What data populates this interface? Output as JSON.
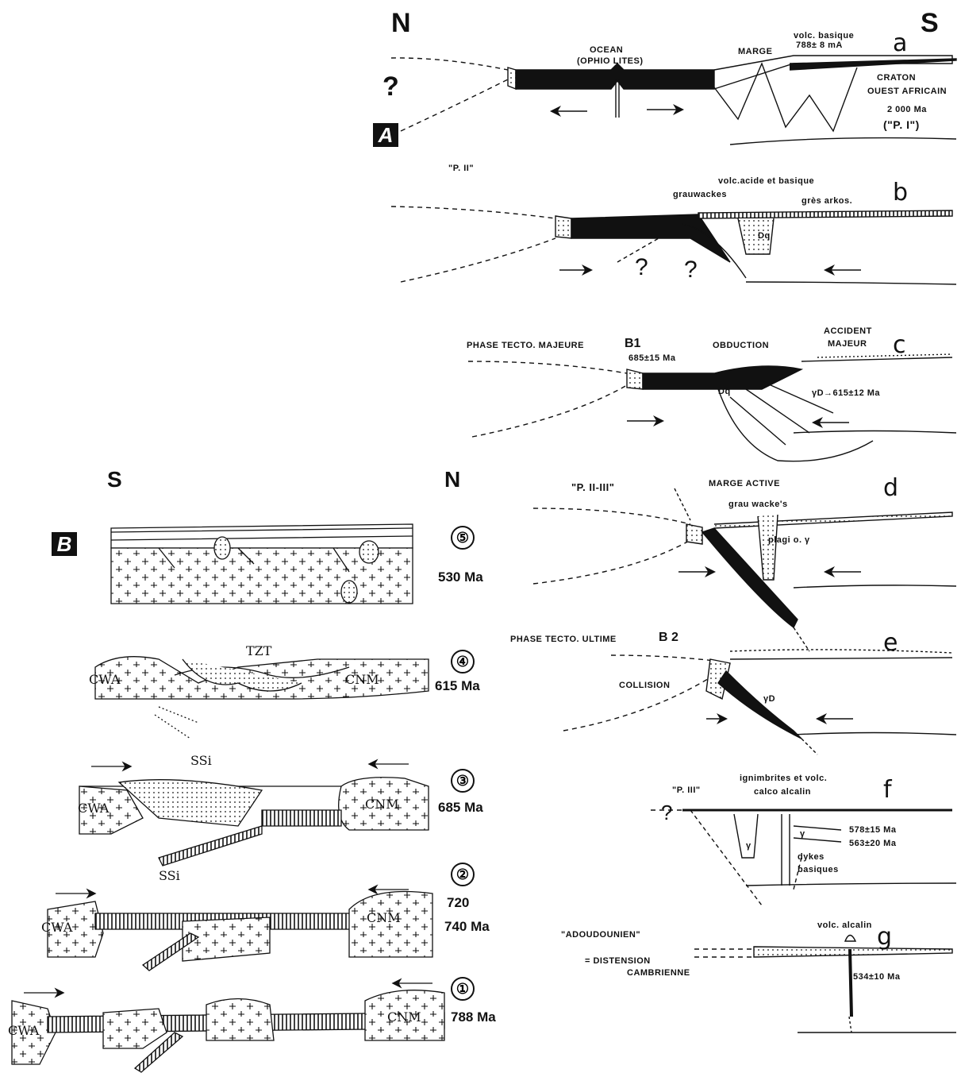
{
  "panelA": {
    "badge": "A",
    "north": "N",
    "south": "S",
    "a": {
      "letter": "a",
      "question": "?",
      "ocean": "OCEAN",
      "ophiolites": "(OPHIO LITES)",
      "marge": "MARGE",
      "volc_basique": "volc. basique",
      "volc_age": "788± 8 mA",
      "craton": "CRATON",
      "craton2": "OUEST AFRICAIN",
      "craton_age": "2 000 Ma",
      "pi": "(\"P. I\")"
    },
    "b": {
      "letter": "b",
      "pii": "\"P. II\"",
      "grauwackes": "grauwackes",
      "volc_acide": "volc.acide et basique",
      "gres": "grès arkos.",
      "dq": "Dq",
      "q1": "?",
      "q2": "?"
    },
    "c": {
      "letter": "c",
      "phase": "PHASE TECTO. MAJEURE",
      "b1": "B1",
      "age": "685±15 Ma",
      "obduction": "OBDUCTION",
      "accident": "ACCIDENT",
      "majeur": "MAJEUR",
      "dq": "Dq",
      "yd": "γD→615±12 Ma"
    },
    "d": {
      "letter": "d",
      "pii_iii": "\"P. II-III\"",
      "marge_active": "MARGE ACTIVE",
      "grauwackes": "grau wacke's",
      "plagio": "plagi o. γ"
    },
    "e": {
      "letter": "e",
      "phase": "PHASE TECTO. ULTIME",
      "b2": "B 2",
      "collision": "COLLISION",
      "yd": "γD"
    },
    "f": {
      "letter": "f",
      "piii": "\"P. III\"",
      "q": "?",
      "ign": "ignimbrites et volc.",
      "calco": "calco alcalin",
      "age1": "578±15 Ma",
      "age2": "563±20 Ma",
      "dykes": "dykes",
      "basiques": "basiques",
      "g1": "γ",
      "g2": "γ"
    },
    "g": {
      "letter": "g",
      "adoudounien": "\"ADOUDOUNIEN\"",
      "distension": "= DISTENSION",
      "cambrienne": "CAMBRIENNE",
      "volc_alcalin": "volc. alcalin",
      "age": "534±10 Ma"
    }
  },
  "panelB": {
    "badge": "B",
    "south": "S",
    "north": "N",
    "stages": [
      {
        "num": "⑤",
        "age": "530 Ma"
      },
      {
        "num": "④",
        "age": "615 Ma",
        "left": "CWA",
        "right": "CNM",
        "mid": "TZT"
      },
      {
        "num": "③",
        "age": "685 Ma",
        "left": "CWA",
        "right": "CNM",
        "mid": "SSi"
      },
      {
        "num": "②",
        "age": "720",
        "age2": "740 Ma",
        "left": "CWA",
        "right": "CNM",
        "mid": "SSi"
      },
      {
        "num": "①",
        "age": "788 Ma",
        "left": "CWA",
        "right": "CNM"
      }
    ]
  },
  "colors": {
    "ink": "#111111",
    "paper": "#ffffff"
  }
}
